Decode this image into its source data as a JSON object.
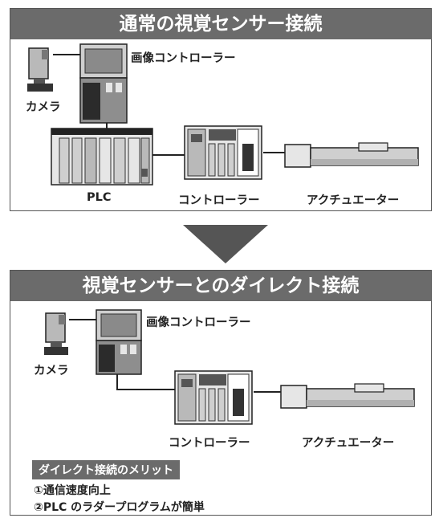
{
  "top_panel": {
    "title": "通常の視覚センサー接続",
    "labels": {
      "image_controller": "画像コントローラー",
      "camera": "カメラ",
      "plc": "PLC",
      "controller": "コントローラー",
      "actuator": "アクチュエーター"
    }
  },
  "bottom_panel": {
    "title": "視覚センサーとのダイレクト接続",
    "labels": {
      "image_controller": "画像コントローラー",
      "camera": "カメラ",
      "controller": "コントローラー",
      "actuator": "アクチュエーター"
    },
    "merits": {
      "heading": "ダイレクト接続のメリット",
      "items": [
        "①通信速度向上",
        "②PLC のラダープログラムが簡単"
      ]
    }
  },
  "colors": {
    "header_bg": "#6b6b6b",
    "device_light": "#e6e6e6",
    "device_mid": "#b9b9b9",
    "device_dark": "#555555",
    "arrow": "#555555"
  }
}
